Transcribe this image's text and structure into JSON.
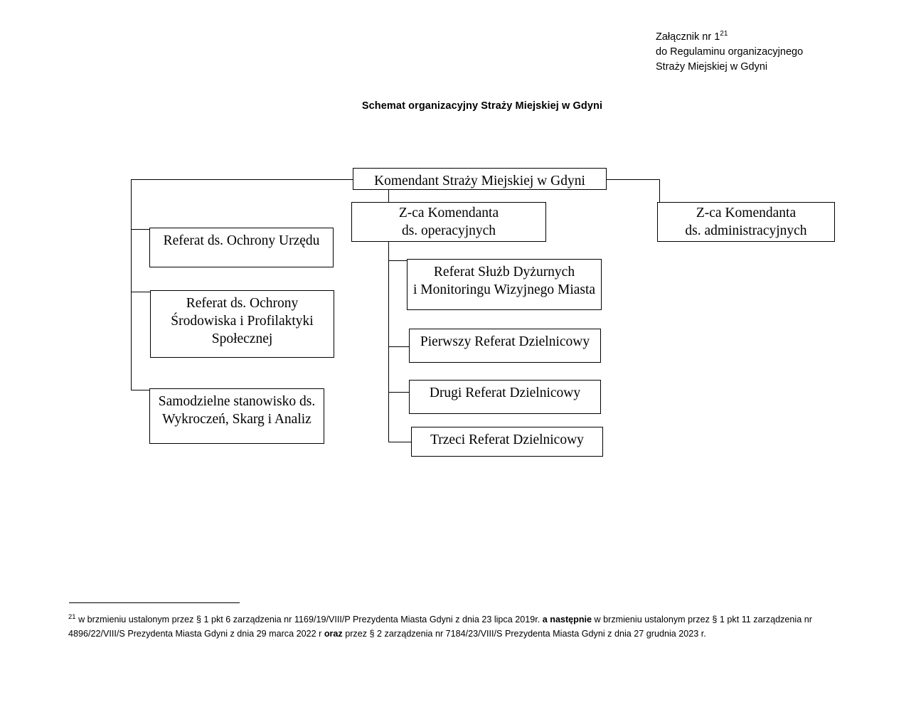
{
  "header": {
    "line1": "Załącznik nr 1",
    "line1_sup": "21",
    "line2": "do Regulaminu organizacyjnego",
    "line3": "Straży Miejskiej w Gdyni"
  },
  "title": "Schemat organizacyjny Straży Miejskiej w Gdyni",
  "chart_data": {
    "type": "diagram",
    "title": "Schemat organizacyjny Straży Miejskiej w Gdyni",
    "nodes": [
      {
        "id": "komendant",
        "label": "Komendant Straży Miejskiej w Gdyni",
        "lines": [
          "Komendant Straży Miejskiej w Gdyni"
        ]
      },
      {
        "id": "zca-operacyjnych",
        "label": "Z-ca Komendanta ds. operacyjnych",
        "lines": [
          "Z-ca Komendanta",
          "ds. operacyjnych"
        ]
      },
      {
        "id": "zca-administracyjnych",
        "label": "Z-ca Komendanta ds. administracyjnych",
        "lines": [
          "Z-ca Komendanta",
          "ds. administracyjnych"
        ]
      },
      {
        "id": "ochrony-urzedu",
        "label": "Referat ds. Ochrony Urzędu",
        "lines": [
          "Referat ds. Ochrony Urzędu"
        ]
      },
      {
        "id": "ochrony-srodowiska",
        "label": "Referat ds. Ochrony Środowiska i Profilaktyki Społecznej",
        "lines": [
          "Referat ds. Ochrony",
          "Środowiska i Profilaktyki",
          "Społecznej"
        ]
      },
      {
        "id": "wykroczen-skarg",
        "label": "Samodzielne stanowisko ds. Wykroczeń, Skarg i Analiz",
        "lines": [
          "Samodzielne stanowisko ds.",
          "Wykroczeń, Skarg i Analiz"
        ]
      },
      {
        "id": "sluzb-dyzurnych",
        "label": "Referat Służb Dyżurnych i Monitoringu Wizyjnego Miasta",
        "lines": [
          "Referat Służb Dyżurnych",
          "i Monitoringu Wizyjnego Miasta"
        ]
      },
      {
        "id": "pierwszy-dzielnicowy",
        "label": "Pierwszy Referat Dzielnicowy",
        "lines": [
          "Pierwszy Referat Dzielnicowy"
        ]
      },
      {
        "id": "drugi-dzielnicowy",
        "label": "Drugi Referat Dzielnicowy",
        "lines": [
          "Drugi Referat Dzielnicowy"
        ]
      },
      {
        "id": "trzeci-dzielnicowy",
        "label": "Trzeci Referat Dzielnicowy",
        "lines": [
          "Trzeci Referat Dzielnicowy"
        ]
      }
    ],
    "edges": [
      {
        "from": "komendant",
        "to": "zca-operacyjnych"
      },
      {
        "from": "komendant",
        "to": "zca-administracyjnych"
      },
      {
        "from": "komendant",
        "to": "ochrony-urzedu"
      },
      {
        "from": "komendant",
        "to": "ochrony-srodowiska"
      },
      {
        "from": "komendant",
        "to": "wykroczen-skarg"
      },
      {
        "from": "zca-operacyjnych",
        "to": "sluzb-dyzurnych"
      },
      {
        "from": "zca-operacyjnych",
        "to": "pierwszy-dzielnicowy"
      },
      {
        "from": "zca-operacyjnych",
        "to": "drugi-dzielnicowy"
      },
      {
        "from": "zca-operacyjnych",
        "to": "trzeci-dzielnicowy"
      }
    ]
  },
  "footnote": {
    "marker": "21",
    "part1": " w brzmieniu ustalonym przez § 1 pkt 6 zarządzenia nr 1169/19/VIII/P Prezydenta Miasta Gdyni z dnia 23 lipca 2019r. ",
    "bold1": "a  następnie",
    "part2": " w brzmieniu ustalonym przez  § 1 pkt 11 zarządzenia nr 4896/22/VIII/S Prezydenta Miasta Gdyni z dnia 29 marca 2022 r  ",
    "bold2": "oraz",
    "part3": " przez § 2 zarządzenia nr 7184/23/VIII/S Prezydenta Miasta Gdyni z dnia 27 grudnia 2023 r."
  }
}
